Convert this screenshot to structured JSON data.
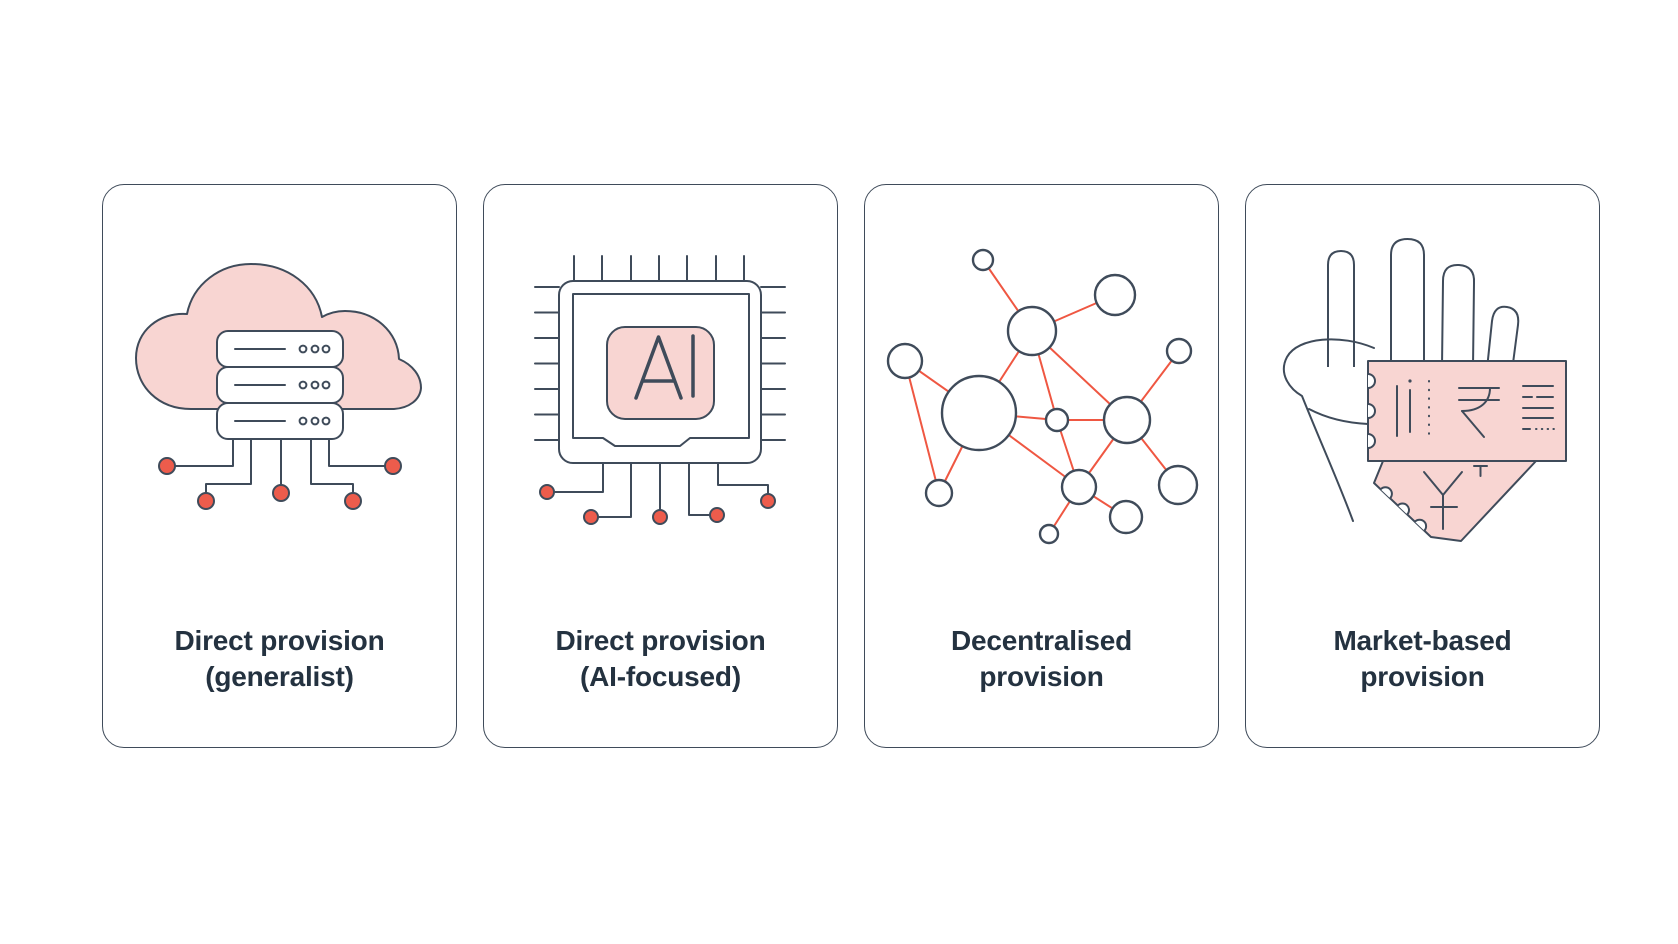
{
  "colors": {
    "page_background": "#ffffff",
    "card_background": "#ffffff",
    "card_border": "#3f4b5a",
    "outline": "#3f4b5a",
    "title_text": "#243240",
    "pink_fill": "#f8d5d2",
    "red_node": "#ed5c4c",
    "red_line": "#ef5742"
  },
  "cards": [
    {
      "id": "direct-provision-generalist",
      "icon": "cloud-servers-icon",
      "title": "Direct provision\n(generalist)"
    },
    {
      "id": "direct-provision-ai-focused",
      "icon": "ai-chip-icon",
      "chip_label": "AI",
      "title": "Direct provision\n(AI-focused)"
    },
    {
      "id": "decentralised-provision",
      "icon": "network-nodes-icon",
      "title": "Decentralised\nprovision"
    },
    {
      "id": "market-based-provision",
      "icon": "hand-vouchers-icon",
      "voucher_symbols": [
        "₹",
        "¥"
      ],
      "title": "Market-based\nprovision"
    }
  ]
}
